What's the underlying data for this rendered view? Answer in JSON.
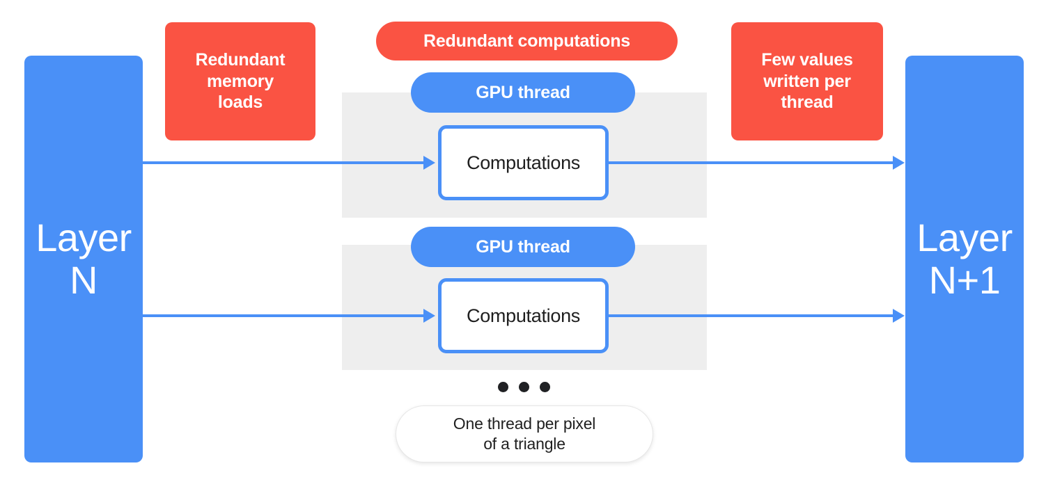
{
  "diagram": {
    "title": "GPU thread redundancy diagram",
    "colors": {
      "blue": "#4a90f7",
      "red": "#fa5343",
      "gray_band": "#eeeeee",
      "text_dark": "#1f1f1f",
      "white": "#ffffff"
    }
  },
  "layers": {
    "input": {
      "label": "Layer\nN"
    },
    "output": {
      "label": "Layer\nN+1"
    }
  },
  "threads": [
    {
      "pill_label": "GPU thread",
      "box_label": "Computations"
    },
    {
      "pill_label": "GPU thread",
      "box_label": "Computations"
    }
  ],
  "annotations": {
    "memory_loads": "Redundant\nmemory\nloads",
    "redundant_computations": "Redundant computations",
    "few_values": "Few values\nwritten per\nthread"
  },
  "caption": {
    "text": "One thread per pixel\nof a triangle"
  },
  "ellipsis": {
    "dot_count": 3,
    "meaning": "more threads omitted"
  }
}
